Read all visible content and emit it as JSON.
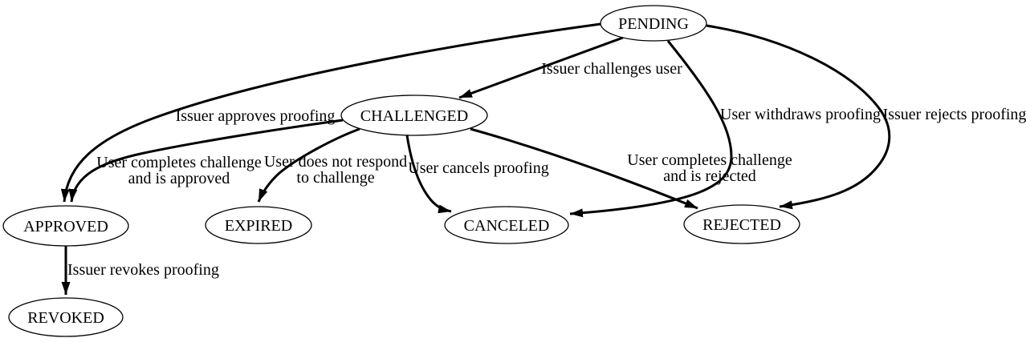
{
  "colors": {
    "background": "#ffffff",
    "node_fill": "#ffffff",
    "stroke": "#000000",
    "text": "#000000"
  },
  "nodes": {
    "pending": {
      "label": "PENDING"
    },
    "challenged": {
      "label": "CHALLENGED"
    },
    "approved": {
      "label": "APPROVED"
    },
    "expired": {
      "label": "EXPIRED"
    },
    "canceled": {
      "label": "CANCELED"
    },
    "rejected": {
      "label": "REJECTED"
    },
    "revoked": {
      "label": "REVOKED"
    }
  },
  "edges": {
    "pending_challenged": {
      "from": "PENDING",
      "to": "CHALLENGED",
      "label": "Issuer challenges user"
    },
    "pending_approved": {
      "from": "PENDING",
      "to": "APPROVED",
      "label": "Issuer approves proofing"
    },
    "challenged_approved": {
      "from": "CHALLENGED",
      "to": "APPROVED",
      "lines": [
        "User completes challenge",
        "and is approved"
      ]
    },
    "challenged_expired": {
      "from": "CHALLENGED",
      "to": "EXPIRED",
      "lines": [
        "User does not respond",
        "to challenge"
      ]
    },
    "challenged_canceled": {
      "from": "CHALLENGED",
      "to": "CANCELED",
      "label": "User cancels proofing"
    },
    "challenged_rejected": {
      "from": "CHALLENGED",
      "to": "REJECTED",
      "lines": [
        "User completes challenge",
        "and is rejected"
      ]
    },
    "pending_canceled": {
      "from": "PENDING",
      "to": "CANCELED",
      "label": "User withdraws proofing"
    },
    "pending_rejected": {
      "from": "PENDING",
      "to": "REJECTED",
      "label": "Issuer rejects proofing"
    },
    "approved_revoked": {
      "from": "APPROVED",
      "to": "REVOKED",
      "label": "Issuer revokes proofing"
    }
  }
}
